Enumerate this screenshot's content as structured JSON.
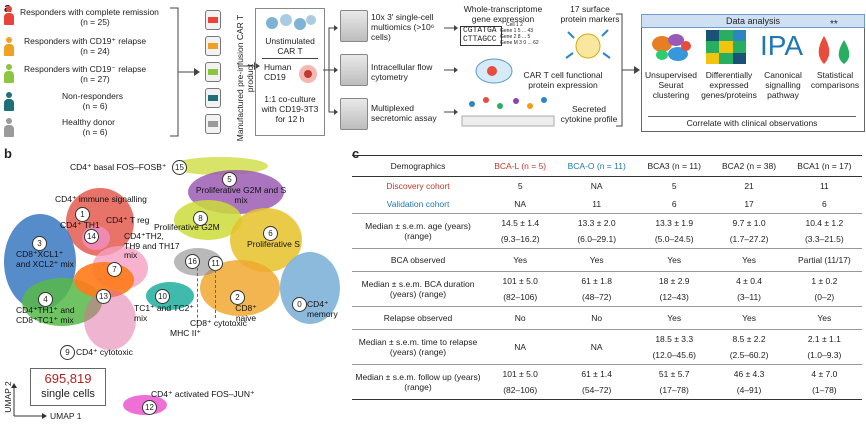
{
  "panel_a": {
    "letter": "a",
    "groups": [
      {
        "label": "Responders with complete remission",
        "n": "(n = 25)",
        "color": "#e8443a"
      },
      {
        "label": "Responders with CD19⁺ relapse",
        "n": "(n = 24)",
        "color": "#f0a022"
      },
      {
        "label": "Responders with CD19⁻ relapse",
        "n": "(n = 27)",
        "color": "#8cc63f"
      },
      {
        "label": "Non-responders",
        "n": "(n = 6)",
        "color": "#1e6f7a"
      },
      {
        "label": "Healthy donor",
        "n": "(n = 6)",
        "color": "#9a9a9a"
      }
    ],
    "product_label": "Manufactured pre-infusion CAR T product",
    "culture_top": "Unstimulated CAR T",
    "culture_human": "Human CD19",
    "culture_bottom": "1:1 co-culture with CD19-3T3 for 12 h",
    "assays": [
      "10x 3′ single-cell multiomics (>10⁶ cells)",
      "Intracellular flow cytometry",
      "Multiplexed secretomic assay"
    ],
    "outputs": {
      "wt_title": "Whole-transcriptome gene expression",
      "seq1": "CGTATGA",
      "seq2": "CTTAGCC",
      "matrix_header": "Cell 1 2",
      "matrix_rows": [
        "Gene 1  5 ... 43",
        "Gene 2  8 ... 5",
        "Gene M  3 0 ... 62"
      ],
      "markers": "17 surface protein markers",
      "functional": "CAR T cell functional protein expression",
      "secreted": "Secreted cytokine profile"
    },
    "analysis": {
      "header": "Data analysis",
      "items": [
        "Unsupervised Seurat clustering",
        "Differentially expressed genes/proteins",
        "Canonical signalling pathway",
        "Statistical comparisons"
      ],
      "ipa": "IPA",
      "sig": "**",
      "footer": "Correlate with clinical observations"
    }
  },
  "panel_b": {
    "letter": "b",
    "count": "695,819",
    "count_label": "single cells",
    "umap1": "UMAP 1",
    "umap2": "UMAP 2",
    "cluster_labels": [
      {
        "num": "15",
        "text": "CD4⁺ basal FOS–FOSB⁺"
      },
      {
        "num": "5",
        "text": "Proliferative G2M and S mix"
      },
      {
        "num": "8",
        "text": "Proliferative G2M"
      },
      {
        "num": "6",
        "text": "Proliferative S"
      },
      {
        "num": "",
        "text": "CD4⁺ immune signalling"
      },
      {
        "num": "14",
        "text": "CD4⁺ T reg"
      },
      {
        "num": "7",
        "text": "CD4⁺TH2, TH9 and TH17 mix"
      },
      {
        "num": "1",
        "text": "CD4⁺ TH1"
      },
      {
        "num": "3",
        "text": "CD8⁺XCL1⁺ and XCL2⁺ mix"
      },
      {
        "num": "4",
        "text": "CD4⁺TH1⁺ and CD8⁺TC1⁺ mix"
      },
      {
        "num": "13",
        "text": ""
      },
      {
        "num": "16",
        "text": ""
      },
      {
        "num": "11",
        "text": ""
      },
      {
        "num": "10",
        "text": "TC1⁺ and TC2⁺ mix"
      },
      {
        "num": "2",
        "text": "CD8⁺ naive"
      },
      {
        "num": "0",
        "text": "CD4⁺ memory"
      },
      {
        "num": "",
        "text": "MHC II⁺"
      },
      {
        "num": "",
        "text": "CD8⁺ cytotoxic"
      },
      {
        "num": "9",
        "text": "CD4⁺ cytotoxic"
      },
      {
        "num": "12",
        "text": "CD4⁺ activated FOS–JUN⁺"
      }
    ]
  },
  "panel_c": {
    "letter": "c",
    "header": [
      "Demographics",
      "BCA-L (n = 5)",
      "BCA-O (n = 11)",
      "BCA3 (n = 11)",
      "BCA2 (n = 38)",
      "BCA1 (n = 17)"
    ],
    "rows": [
      {
        "label": "Discovery cohort",
        "values": [
          "5",
          "NA",
          "5",
          "21",
          "11"
        ],
        "color": "#c0392b"
      },
      {
        "label": "Validation cohort",
        "values": [
          "NA",
          "11",
          "6",
          "17",
          "6"
        ],
        "color": "#1f77b4"
      },
      {
        "label": "Median ± s.e.m. age (years) (range)",
        "values": [
          "14.5 ± 1.4",
          "13.3 ± 2.0",
          "13.3 ± 1.9",
          "9.7 ± 1.0",
          "10.4 ± 1.2"
        ],
        "sub": [
          "(9.3–16.2)",
          "(6.0–29.1)",
          "(5.0–24.5)",
          "(1.7–27.2)",
          "(3.3–21.5)"
        ]
      },
      {
        "label": "BCA observed",
        "values": [
          "Yes",
          "Yes",
          "Yes",
          "Yes",
          "Partial (11/17)"
        ]
      },
      {
        "label": "Median ± s.e.m. BCA duration (years) (range)",
        "values": [
          "101 ± 5.0",
          "61 ± 1.8",
          "18 ± 2.9",
          "4 ± 0.4",
          "1 ± 0.2"
        ],
        "sub": [
          "(82–106)",
          "(48–72)",
          "(12–43)",
          "(3–11)",
          "(0–2)"
        ]
      },
      {
        "label": "Relapse observed",
        "values": [
          "No",
          "No",
          "Yes",
          "Yes",
          "Yes"
        ]
      },
      {
        "label": "Median ± s.e.m. time to relapse (years) (range)",
        "values": [
          "NA",
          "NA",
          "18.5 ± 3.3",
          "8.5 ± 2.2",
          "2.1 ± 1.1"
        ],
        "sub": [
          "",
          "",
          "(12.0–45.6)",
          "(2.5–60.2)",
          "(1.0–9.3)"
        ]
      },
      {
        "label": "Median ± s.e.m. follow up (years) (range)",
        "values": [
          "101 ± 5.0",
          "61 ± 1.4",
          "51 ± 5.7",
          "46 ± 4.3",
          "4 ± 7.0"
        ],
        "sub": [
          "(82–106)",
          "(54–72)",
          "(17–78)",
          "(4–91)",
          "(1–78)"
        ]
      }
    ]
  },
  "colors": {
    "bcal": "#c0392b",
    "bcao": "#1f77b4",
    "count": "#b22222"
  }
}
